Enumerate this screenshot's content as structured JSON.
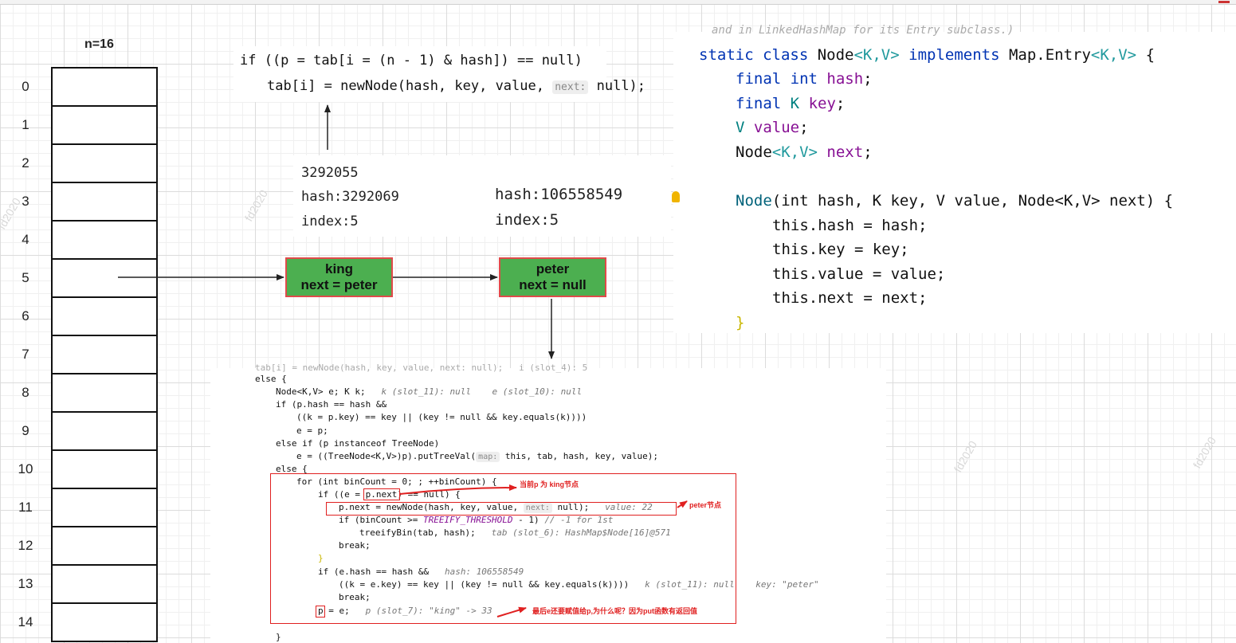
{
  "array": {
    "label": "n=16",
    "indices": [
      "0",
      "1",
      "2",
      "3",
      "4",
      "5",
      "6",
      "7",
      "8",
      "9",
      "10",
      "11",
      "12",
      "13",
      "14"
    ]
  },
  "watermark": "fd2020",
  "top_code": {
    "line1": "if ((p = tab[i = (n - 1) & hash]) == null)",
    "line2_pre": "tab[i] = newNode(hash, key, value, ",
    "line2_hint": "next:",
    "line2_post": " null);"
  },
  "info": {
    "left_line1": "3292055",
    "left_line2": "hash:3292069",
    "left_line3": "index:5",
    "right_line1": "hash:106558549",
    "right_line2": "index:5"
  },
  "nodes": {
    "king_name": "king",
    "king_next": "next = peter",
    "peter_name": "peter",
    "peter_next": "next = null"
  },
  "right_code": {
    "line0": "and in LinkedHashMap for its Entry subclass.)",
    "l1_static": "static",
    "l1_class": " class ",
    "l1_node": "Node",
    "l1_gen1": "<K,V>",
    "l1_impl": " implements ",
    "l1_map": "Map.Entry",
    "l1_gen2": "<K,V>",
    "l1_brace": " {",
    "f1_kw": "final int",
    "f1_name": "hash",
    "f2_kw": "final",
    "f2_type": "K",
    "f2_name": "key",
    "f3_type": "V",
    "f3_name": "value",
    "f4_type": "Node",
    "f4_gen": "<K,V>",
    "f4_name": "next",
    "ctor_name": "Node",
    "ctor_params": "(int hash, K key, V value, Node<K,V> next) {",
    "a1": "this.hash = hash;",
    "a2": "this.key = key;",
    "a3": "this.value = value;",
    "a4": "this.next = next;",
    "close": "}"
  },
  "bottom_code": {
    "l0": "tab[i] = newNode(hash, key, value, next: null);   i (slot_4): 5",
    "l1": "else {",
    "l2": "Node<K,V> e; K k;",
    "l2c": "k (slot_11): null    e (slot_10): null",
    "l3": "if (p.hash == hash &&",
    "l4": "((k = p.key) == key || (key != null && key.equals(k))))",
    "l5": "e = p;",
    "l6": "else if (p instanceof TreeNode)",
    "l7_pre": "e = ((TreeNode<K,V>)p).putTreeVal(",
    "l7_hint": "map:",
    "l7_post": " this, tab, hash, key, value);",
    "l8": "else {",
    "l9": "for (int binCount = 0; ; ++binCount) {",
    "l10": "if ((e = p.next) == null) {",
    "l11_pre": "p.next = newNode(hash, key, value, ",
    "l11_hint": "next:",
    "l11_post": " null);",
    "l11c": "value: 22",
    "l12_pre": "if (binCount >= ",
    "l12_const": "TREEIFY_THRESHOLD",
    "l12_post": " - 1)",
    "l12c": "// -1 for 1st",
    "l13": "treeifyBin(tab, hash);",
    "l13c": "tab (slot_6): HashMap$Node[16]@571",
    "l14": "break;",
    "l15": "}",
    "l16": "if (e.hash == hash &&",
    "l16c": "hash: 106558549",
    "l17": "((k = e.key) == key || (key != null && key.equals(k))))",
    "l17c": "k (slot_11): null    key: \"peter\"",
    "l18": "break;",
    "l19": "p = e;",
    "l19c": "p (slot_7): \"king\" -> 33",
    "l20": "}"
  },
  "annotations": {
    "a1": "当前p 为 king节点",
    "a2": "peter节点",
    "a3": "最后e还要赋值给p,为什么呢？因为put函数有返回值"
  },
  "colors": {
    "node_fill": "#4caf50",
    "node_border": "#e04a4a",
    "annotation": "#e02020"
  }
}
